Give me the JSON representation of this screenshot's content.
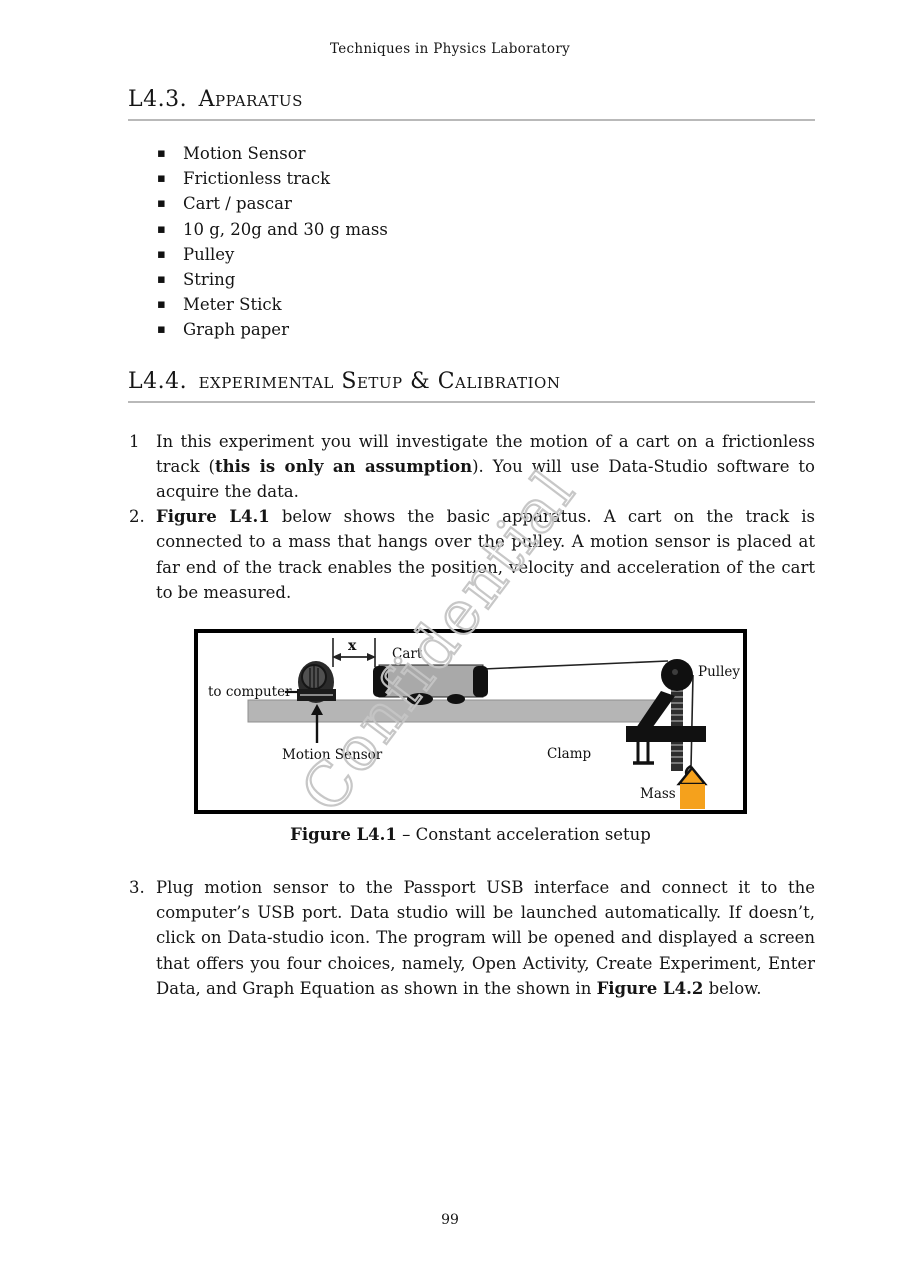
{
  "page": {
    "running_header": "Techniques in Physics Laboratory",
    "page_number": "99",
    "watermark": "Confidential",
    "watermark_color": "#c5c5c5"
  },
  "apparatus": {
    "heading": "L4.3. Apparatus",
    "items": [
      "Motion Sensor",
      "Frictionless track",
      "Cart / pascar",
      "10 g, 20g and 30 g mass",
      "Pulley",
      "String",
      "Meter Stick",
      "Graph paper"
    ]
  },
  "setup": {
    "heading": "L4.4. experimental Setup & Calibration",
    "steps": [
      {
        "marker": "1",
        "parts": [
          {
            "text": "In this experiment you will investigate the motion of a cart on a frictionless track ("
          },
          {
            "text": "this is only an assumption"
          },
          {
            "text": "). You will use Data-Studio software to acquire the data."
          }
        ]
      },
      {
        "marker": "2.",
        "parts": [
          {
            "text": "Figure L4.1"
          },
          {
            "text": " below shows the basic apparatus. A cart on the track is connected to a mass that hangs over the pulley.  A motion sensor is placed at far end of the track enables the position, velocity and acceleration of the cart to be measured."
          }
        ]
      },
      {
        "marker": "3.",
        "parts": [
          {
            "text": "Plug motion sensor to the Passport USB interface and connect it to the computer’s USB port. Data studio will be launched automatically. If doesn’t, click on Data-studio icon. The program will be opened and displayed a screen that offers you four choices, namely, Open Activity, Create Experiment, Enter Data, and Graph Equation as shown in the shown in "
          },
          {
            "text": "Figure L4.2"
          },
          {
            "text": " below."
          }
        ]
      }
    ]
  },
  "figure": {
    "caption": {
      "bold": "Figure L4.1",
      "rest": " – Constant acceleration setup"
    },
    "labels": {
      "x": "x",
      "cart": "Cart",
      "pulley": "Pulley",
      "to_computer": "to computer",
      "motion_sensor": "Motion Sensor",
      "clamp": "Clamp",
      "mass": "Mass"
    },
    "colors": {
      "track": "#b5b5b5",
      "mass": "#f5a11c"
    }
  }
}
